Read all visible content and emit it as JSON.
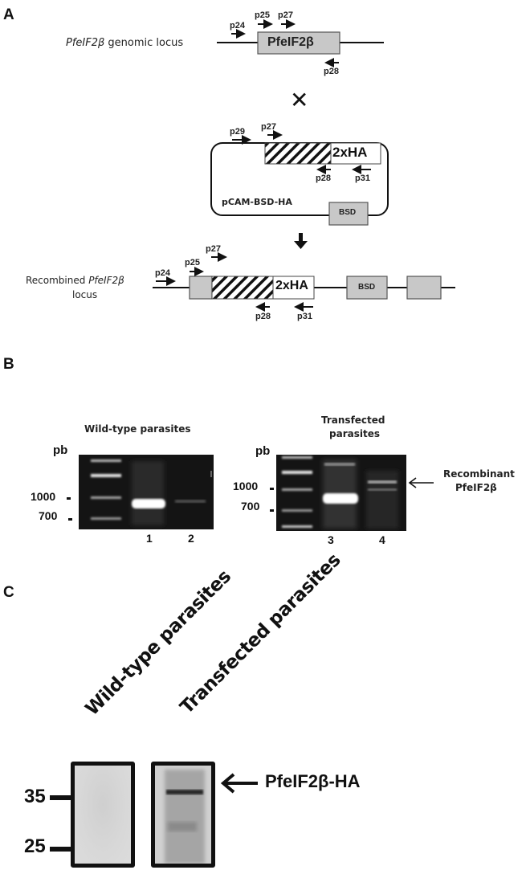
{
  "panels": {
    "A": {
      "letter": "A",
      "genomic_locus": {
        "label_gene": "PfeIF2β",
        "label_rest": " genomic locus",
        "gene_box": "PfeIF2β",
        "primers_forward": [
          "p24",
          "p25",
          "p27"
        ],
        "primers_reverse": [
          "p28"
        ]
      },
      "cross_symbol": "✕",
      "plasmid": {
        "name": "pCAM-BSD-HA",
        "tag_box": "2xHA",
        "marker_box": "BSD",
        "primers_forward": [
          "p29",
          "p27"
        ],
        "primers_reverse": [
          "p28",
          "p31"
        ]
      },
      "recombined_locus": {
        "label_prefix": "Recombined ",
        "label_gene": "PfeIF2β",
        "label_line2": "locus",
        "tag_box": "2xHA",
        "marker_box": "BSD",
        "primers_forward": [
          "p24",
          "p25",
          "p27"
        ],
        "primers_reverse": [
          "p28",
          "p31"
        ]
      }
    },
    "B": {
      "letter": "B",
      "unit_label": "pb",
      "size_markers": [
        "1000",
        "700"
      ],
      "gels": [
        {
          "title": "Wild-type parasites",
          "lanes": [
            "1",
            "2"
          ]
        },
        {
          "title_line1": "Transfected",
          "title_line2": "parasites",
          "lanes": [
            "3",
            "4"
          ]
        }
      ],
      "annotation_line1": "Recombinant",
      "annotation_line2": "PfeIF2β"
    },
    "C": {
      "letter": "C",
      "lane_labels": [
        "Wild-type parasites",
        "Transfected parasites"
      ],
      "mw_markers": [
        "35",
        "25"
      ],
      "band_label": "PfeIF2β-HA"
    }
  }
}
